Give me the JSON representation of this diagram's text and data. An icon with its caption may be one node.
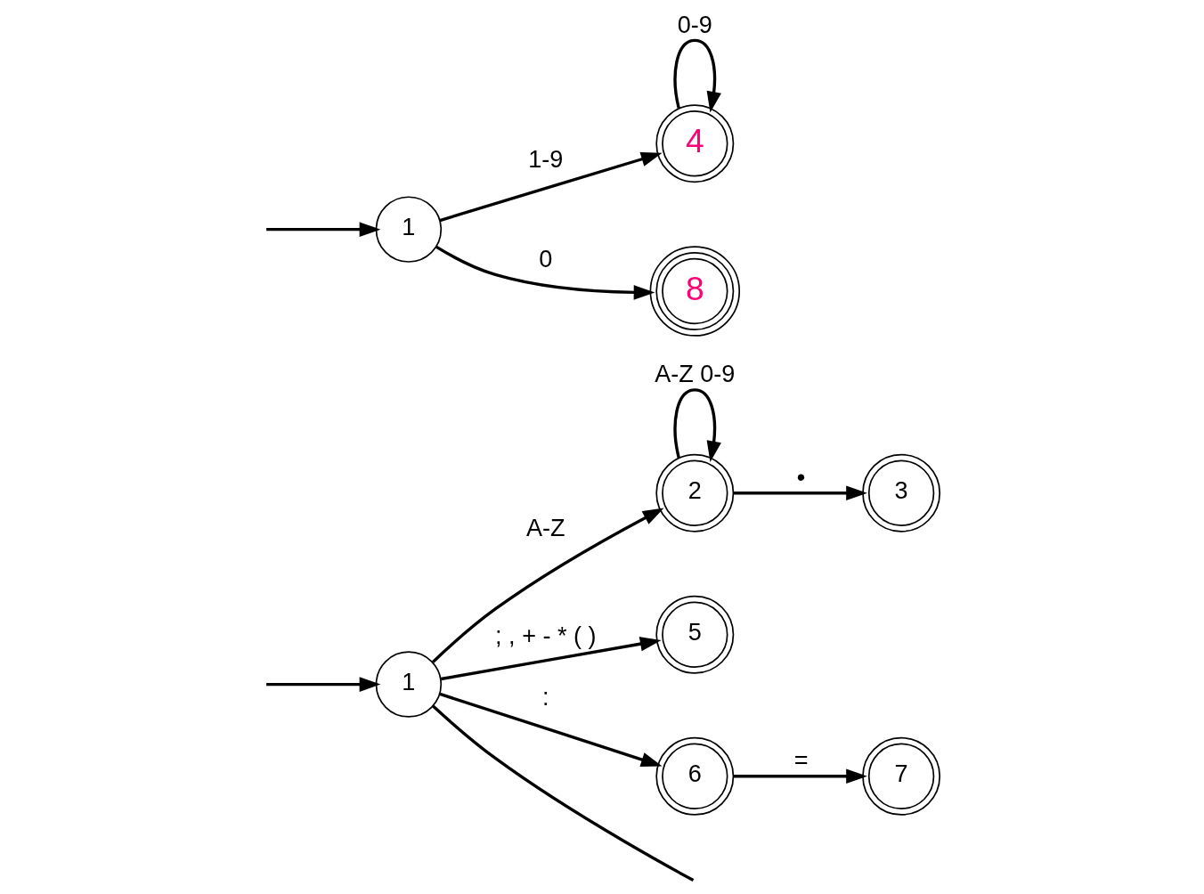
{
  "diagram": {
    "nodes": [
      {
        "text": [
          "1"
        ]
      },
      {
        "text": [
          "2"
        ]
      },
      {
        "text": [
          "3"
        ]
      },
      {
        "text": [
          "5"
        ]
      },
      {
        "text": [
          "6"
        ]
      },
      {
        "text": [
          "7"
        ]
      },
      {
        "text": [
          "1"
        ]
      },
      {
        "text": [
          "4"
        ]
      },
      {
        "text": [
          "8"
        ]
      }
    ],
    "edges": [
      {
        "from": 0,
        "to": null,
        "arrow": "none"
      },
      {
        "from": 0,
        "to": 1,
        "arrow": "to",
        "label": "A-Z"
      },
      {
        "from": 1,
        "to": 1,
        "arrow": "to",
        "label": "A-Z 0-9"
      },
      {
        "from": 1,
        "to": 2,
        "arrow": "to",
        "label": "•"
      },
      {
        "from": null,
        "to": 0,
        "arrow": "to"
      },
      {
        "from": 0,
        "to": 3,
        "arrow": "to",
        "label": "; , + - * ( )"
      },
      {
        "from": 0,
        "to": 4,
        "arrow": "to",
        "label": ":"
      },
      {
        "from": 4,
        "to": 5,
        "arrow": "to",
        "label": "="
      },
      {
        "from": null,
        "to": 6,
        "arrow": "to"
      },
      {
        "from": 6,
        "to": 7,
        "arrow": "to",
        "label": "1-9"
      },
      {
        "from": 7,
        "to": 7,
        "arrow": "to",
        "label": "0-9"
      },
      {
        "from": 6,
        "to": 8,
        "arrow": "to",
        "label": "0"
      }
    ]
  }
}
